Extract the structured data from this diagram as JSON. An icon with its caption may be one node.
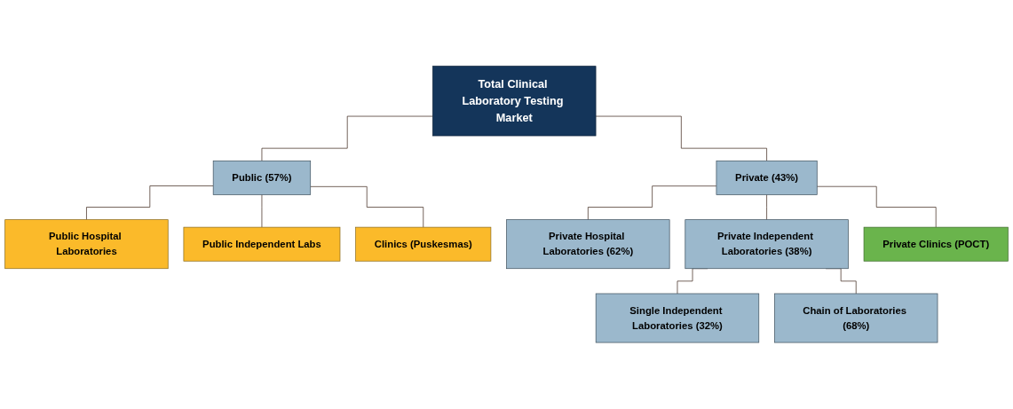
{
  "diagram": {
    "nodes": [
      {
        "text": [
          "Total Clinical Laboratory Testing Market"
        ]
      },
      {
        "text": [
          "Public (57%)"
        ]
      },
      {
        "text": [
          "Private (43%)"
        ]
      },
      {
        "text": [
          "Public Hospital Laboratories"
        ]
      },
      {
        "text": [
          "Public Independent Labs"
        ]
      },
      {
        "text": [
          "Clinics (Puskesmas)"
        ]
      },
      {
        "text": [
          "Private Hospital Laboratories (62%)"
        ]
      },
      {
        "text": [
          "Private Independent Laboratories (38%)"
        ]
      },
      {
        "text": [
          "Private Clinics (POCT)"
        ]
      },
      {
        "text": [
          "Single Independent Laboratories (32%)"
        ]
      },
      {
        "text": [
          "Chain of Laboratories (68%)"
        ]
      }
    ],
    "edges": [
      {
        "from": 0,
        "to": 1,
        "arrow": "none"
      },
      {
        "from": 0,
        "to": 2,
        "arrow": "none"
      },
      {
        "from": 1,
        "to": 3,
        "arrow": "none"
      },
      {
        "from": 1,
        "to": 4,
        "arrow": "none"
      },
      {
        "from": 1,
        "to": 5,
        "arrow": "none"
      },
      {
        "from": 2,
        "to": 6,
        "arrow": "none"
      },
      {
        "from": 2,
        "to": 7,
        "arrow": "none"
      },
      {
        "from": 2,
        "to": 8,
        "arrow": "none"
      },
      {
        "from": 7,
        "to": 9,
        "arrow": "none"
      },
      {
        "from": 7,
        "to": 10,
        "arrow": "none"
      }
    ]
  }
}
